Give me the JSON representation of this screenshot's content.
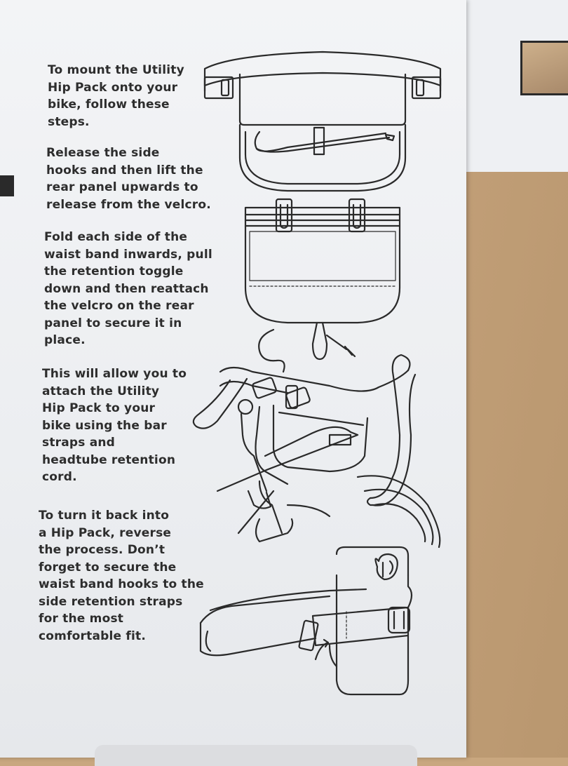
{
  "instructions": {
    "intro": "To mount the Utility\nHip Pack onto your\nbike, follow these\nsteps.",
    "step1": "Release the side\nhooks and then lift the\nrear panel upwards to\nrelease from the velcro.",
    "step2": "Fold each side of the\nwaist band inwards, pull\nthe retention toggle\ndown and then reattach\nthe velcro on the rear\npanel to secure it in\nplace.",
    "step3": "This will allow you to\nattach the Utility\nHip Pack to your\nbike using the bar\nstraps and\nheadtube retention\ncord.",
    "step4": "To turn it back into\na Hip Pack, reverse\nthe process. Don’t\nforget to secure the\nwaist band hooks to the\nside retention straps\nfor the most\ncomfortable fit."
  },
  "illustrations": {
    "icons": [
      "hip-pack-rear-panel-illustration",
      "hip-pack-folded-illustration",
      "bike-mounted-illustration",
      "hip-pack-worn-illustration"
    ]
  }
}
